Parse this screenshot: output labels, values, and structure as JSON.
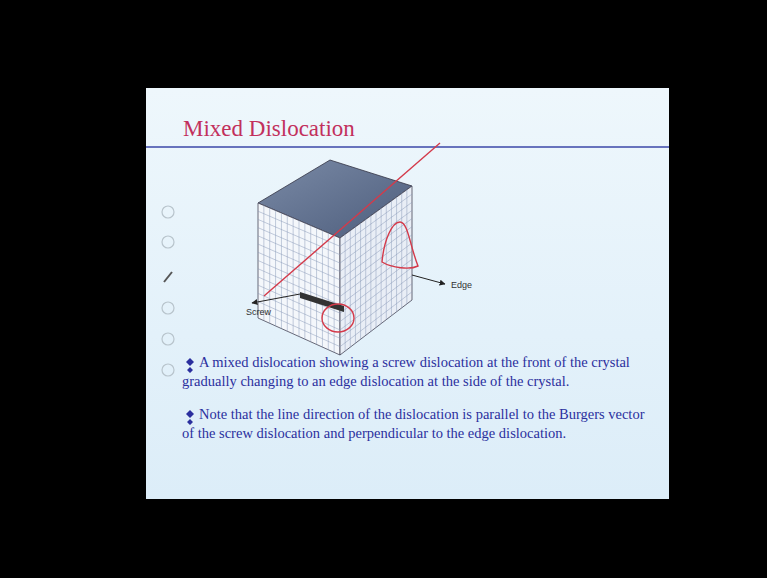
{
  "diagram": {
    "title": "Mixed Dislocation",
    "labels": [
      "Screw",
      "Edge",
      "A mixed dislocation showing a screw dislocation at the front of the crystal gradually changing to an edge dislocation at the side of the crystal.",
      "Note that the line direction of the dislocation is parallel to the Burgers vector of the screw dislocation and perpendicular to the edge dislocation."
    ]
  }
}
